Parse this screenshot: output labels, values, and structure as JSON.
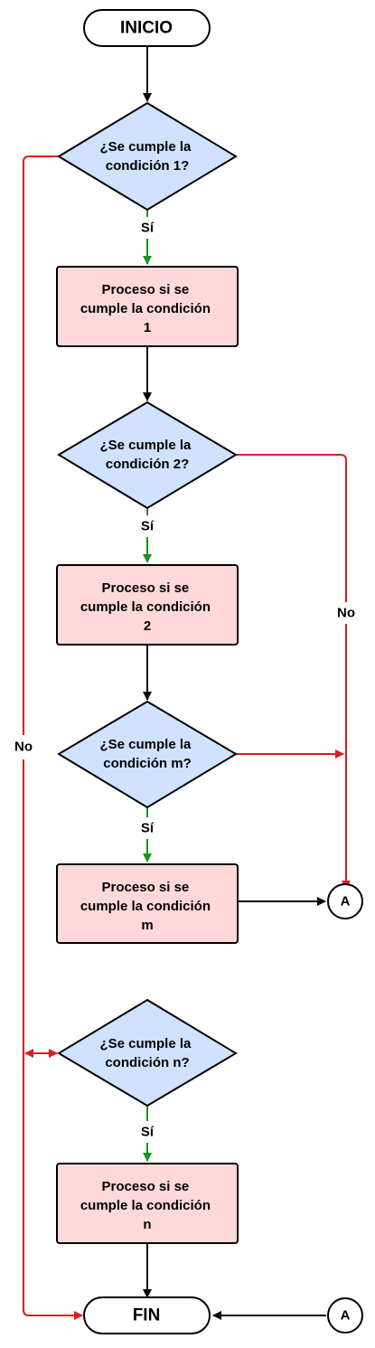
{
  "colors": {
    "decision_fill": "#cfe2ff",
    "process_fill": "#ffd9d9",
    "yes_arrow": "#16951a",
    "no_arrow": "#e01b1b",
    "flow_arrow": "#000000",
    "stroke": "#000000"
  },
  "nodes": {
    "start": {
      "label": "INICIO"
    },
    "end": {
      "label": "FIN"
    },
    "decision_1": {
      "lines": [
        "¿Se cumple la",
        "condición 1?"
      ]
    },
    "process_1": {
      "lines": [
        "Proceso si se",
        "cumple la condición",
        "1"
      ]
    },
    "decision_2": {
      "lines": [
        "¿Se cumple la",
        "condición 2?"
      ]
    },
    "process_2": {
      "lines": [
        "Proceso si se",
        "cumple la condición",
        "2"
      ]
    },
    "decision_m": {
      "lines": [
        "¿Se cumple la",
        "condición m?"
      ]
    },
    "process_m": {
      "lines": [
        "Proceso si se",
        "cumple la condición",
        "m"
      ]
    },
    "decision_n": {
      "lines": [
        "¿Se cumple la",
        "condición n?"
      ]
    },
    "process_n": {
      "lines": [
        "Proceso si se",
        "cumple la condición",
        "n"
      ]
    },
    "connector_a1": {
      "label": "A"
    },
    "connector_a2": {
      "label": "A"
    }
  },
  "edge_labels": {
    "yes_1": "Sí",
    "yes_2": "Sí",
    "yes_m": "Sí",
    "yes_n": "Sí",
    "no_left": "No",
    "no_right": "No"
  }
}
